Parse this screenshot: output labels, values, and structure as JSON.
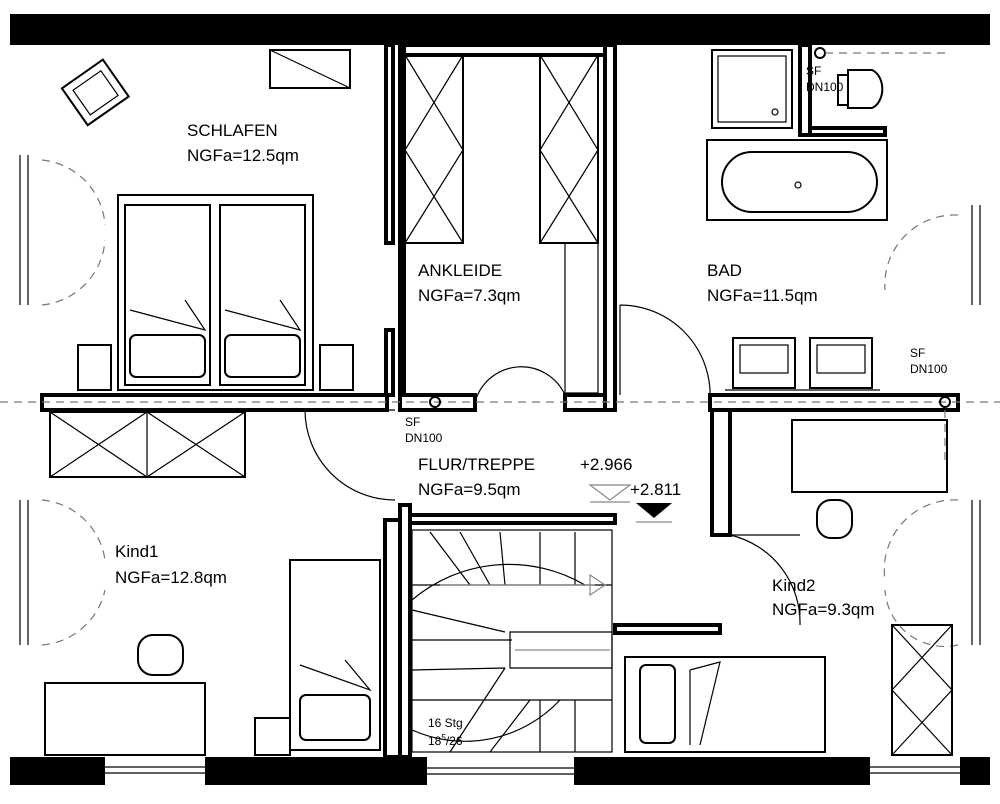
{
  "rooms": {
    "schlafen": {
      "name": "SCHLAFEN",
      "area": "NGFa=12.5qm"
    },
    "ankleide": {
      "name": "ANKLEIDE",
      "area": "NGFa=7.3qm"
    },
    "bad": {
      "name": "BAD",
      "area": "NGFa=11.5qm"
    },
    "flur": {
      "name": "FLUR/TREPPE",
      "area": "NGFa=9.5qm"
    },
    "kind1": {
      "name": "Kind1",
      "area": "NGFa=12.8qm"
    },
    "kind2": {
      "name": "Kind2",
      "area": "NGFa=9.3qm"
    }
  },
  "levels": {
    "upper": "+2.966",
    "lower": "+2.811"
  },
  "drains": [
    {
      "type": "SF",
      "size": "DN100"
    },
    {
      "type": "SF",
      "size": "DN100"
    },
    {
      "type": "SF",
      "size": "DN100"
    }
  ],
  "stair": {
    "steps": "16 Stg",
    "rise": "18",
    "rise_sup": "5",
    "run": "/26"
  }
}
